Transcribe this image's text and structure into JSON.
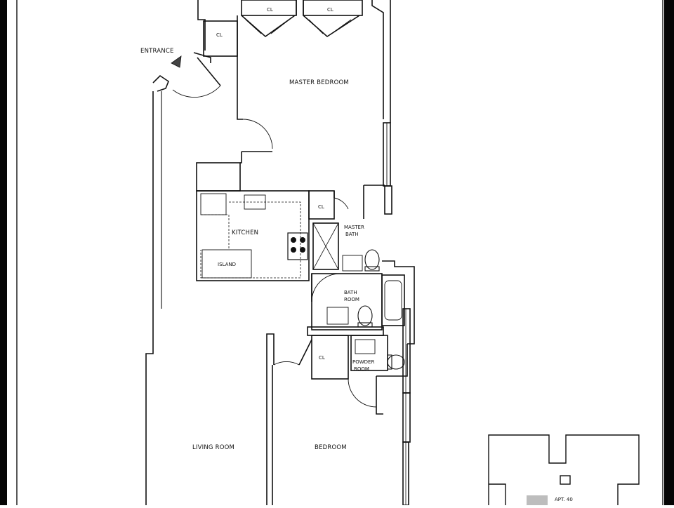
{
  "labels": {
    "entrance": "ENTRANCE",
    "master_bedroom": "MASTER BEDROOM",
    "kitchen": "KITCHEN",
    "island": "ISLAND",
    "master_bath_1": "MASTER",
    "master_bath_2": "BATH",
    "bath_1": "BATH",
    "bath_2": "ROOM",
    "powder_1": "POWDER",
    "powder_2": "ROOM",
    "living_room": "LIVING ROOM",
    "bedroom": "BEDROOM",
    "closet": "CL",
    "keyplan_unit": "APT. 40"
  },
  "colors": {
    "line": "#111111",
    "frame": "#050505",
    "highlight": "#bdbdbd"
  }
}
